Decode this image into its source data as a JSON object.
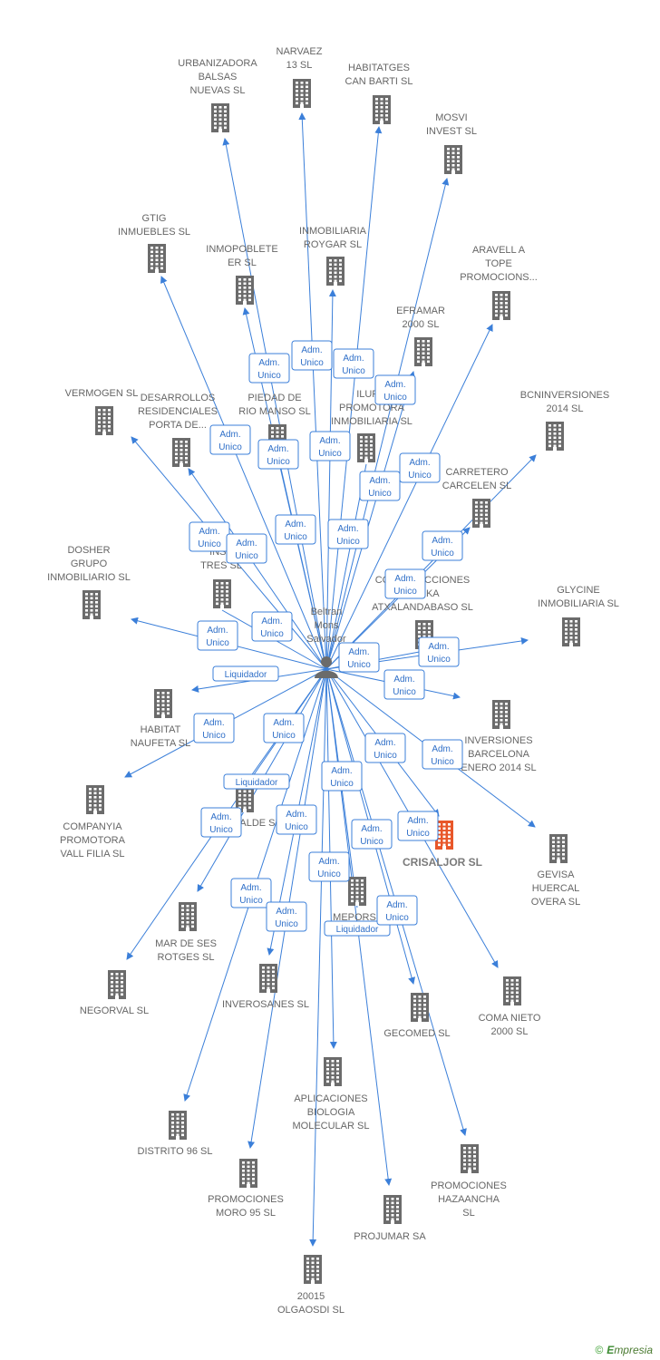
{
  "center": {
    "label_lines": [
      "Beltran",
      "Mons",
      "Salvador"
    ]
  },
  "companies": [
    {
      "id": "narvaez",
      "lines": [
        "NARVAEZ",
        "13 SL"
      ],
      "highlight": false
    },
    {
      "id": "urbanizadora",
      "lines": [
        "URBANIZADORA",
        "BALSAS",
        "NUEVAS SL"
      ],
      "highlight": false
    },
    {
      "id": "habitatges",
      "lines": [
        "HABITATGES",
        "CAN BARTI SL"
      ],
      "highlight": false
    },
    {
      "id": "mosvi",
      "lines": [
        "MOSVI",
        "INVEST SL"
      ],
      "highlight": false
    },
    {
      "id": "gtig",
      "lines": [
        "GTIG",
        "INMUEBLES SL"
      ],
      "highlight": false
    },
    {
      "id": "inmobiliaria-roygar",
      "lines": [
        "INMOBILIARIA",
        "ROYGAR SL"
      ],
      "highlight": false
    },
    {
      "id": "inmopoblete",
      "lines": [
        "INMOPOBLETE",
        "ER SL"
      ],
      "highlight": false
    },
    {
      "id": "aravell",
      "lines": [
        "ARAVELL A",
        "TOPE",
        "PROMOCIONS..."
      ],
      "highlight": false
    },
    {
      "id": "eframar",
      "lines": [
        "EFRAMAR",
        "2000 SL"
      ],
      "highlight": false
    },
    {
      "id": "vermogen",
      "lines": [
        "VERMOGEN SL"
      ],
      "highlight": false
    },
    {
      "id": "desarrollos",
      "lines": [
        "DESARROLLOS",
        "RESIDENCIALES",
        "PORTA DE..."
      ],
      "highlight": false
    },
    {
      "id": "piedad",
      "lines": [
        "PIEDAD DE",
        "RIO MANSO SL"
      ],
      "highlight": false
    },
    {
      "id": "iluro",
      "lines": [
        "ILURO",
        "PROMOTORA",
        "INMOBILIARIA SL"
      ],
      "highlight": false
    },
    {
      "id": "bcninversiones",
      "lines": [
        "BCNINVERSIONES",
        "2014 SL"
      ],
      "highlight": false
    },
    {
      "id": "carretero",
      "lines": [
        "CARRETERO",
        "CARCELEN SL"
      ],
      "highlight": false
    },
    {
      "id": "dosher",
      "lines": [
        "DOSHER",
        "GRUPO",
        "INMOBILIARIO SL"
      ],
      "highlight": false
    },
    {
      "id": "insa",
      "lines": [
        "INSA",
        "TRES SL"
      ],
      "highlight": false
    },
    {
      "id": "construcciones",
      "lines": [
        "CONSTRUCCIONES",
        "AREKA",
        "ATXALANDABASO SL"
      ],
      "highlight": false
    },
    {
      "id": "glycine",
      "lines": [
        "GLYCINE",
        "INMOBILIARIA SL"
      ],
      "highlight": false
    },
    {
      "id": "habitat",
      "lines": [
        "HABITAT",
        "NAUFETA SL"
      ],
      "highlight": false
    },
    {
      "id": "inversiones-barcelona",
      "lines": [
        "INVERSIONES",
        "BARCELONA",
        "ENERO 2014 SL"
      ],
      "highlight": false
    },
    {
      "id": "companyia",
      "lines": [
        "COMPANYIA",
        "PROMOTORA",
        "VALL FILIA SL"
      ],
      "highlight": false
    },
    {
      "id": "alde",
      "lines": [
        "ALDE SL"
      ],
      "highlight": false
    },
    {
      "id": "crisaljor",
      "lines": [
        "CRISALJOR SL"
      ],
      "highlight": true
    },
    {
      "id": "gevisa",
      "lines": [
        "GEVISA",
        "HUERCAL",
        "OVERA SL"
      ],
      "highlight": false
    },
    {
      "id": "mar-de-ses",
      "lines": [
        "MAR DE SES",
        "ROTGES SL"
      ],
      "highlight": false
    },
    {
      "id": "mepors",
      "lines": [
        "MEPORS"
      ],
      "highlight": false
    },
    {
      "id": "negorval",
      "lines": [
        "NEGORVAL SL"
      ],
      "highlight": false
    },
    {
      "id": "inverosanes",
      "lines": [
        "INVEROSANES SL"
      ],
      "highlight": false
    },
    {
      "id": "gecomed",
      "lines": [
        "GECOMED SL"
      ],
      "highlight": false
    },
    {
      "id": "coma-nieto",
      "lines": [
        "COMA NIETO",
        "2000 SL"
      ],
      "highlight": false
    },
    {
      "id": "aplicaciones",
      "lines": [
        "APLICACIONES",
        "BIOLOGIA",
        "MOLECULAR SL"
      ],
      "highlight": false
    },
    {
      "id": "distrito",
      "lines": [
        "DISTRITO 96 SL"
      ],
      "highlight": false
    },
    {
      "id": "promociones-moro",
      "lines": [
        "PROMOCIONES",
        "MORO 95 SL"
      ],
      "highlight": false
    },
    {
      "id": "promociones-hazaancha",
      "lines": [
        "PROMOCIONES",
        "HAZAANCHA",
        "SL"
      ],
      "highlight": false
    },
    {
      "id": "projumar",
      "lines": [
        "PROJUMAR SA"
      ],
      "highlight": false
    },
    {
      "id": "olgaosdi",
      "lines": [
        "20015",
        "OLGAOSDI SL"
      ],
      "highlight": false
    }
  ],
  "roles": [
    {
      "id": "r1",
      "lines": [
        "Adm.",
        "Unico"
      ]
    },
    {
      "id": "r2",
      "lines": [
        "Adm.",
        "Unico"
      ]
    },
    {
      "id": "r3",
      "lines": [
        "Adm.",
        "Unico"
      ]
    },
    {
      "id": "r4",
      "lines": [
        "Adm.",
        "Unico"
      ]
    },
    {
      "id": "r5",
      "lines": [
        "Adm.",
        "Unico"
      ]
    },
    {
      "id": "r6",
      "lines": [
        "Adm.",
        "Unico"
      ]
    },
    {
      "id": "r7",
      "lines": [
        "Adm.",
        "Unico"
      ]
    },
    {
      "id": "r8",
      "lines": [
        "Adm.",
        "Unico"
      ]
    },
    {
      "id": "r9",
      "lines": [
        "Adm.",
        "Unico"
      ]
    },
    {
      "id": "r10",
      "lines": [
        "Adm.",
        "Unico"
      ]
    },
    {
      "id": "r11",
      "lines": [
        "Adm.",
        "Unico"
      ]
    },
    {
      "id": "r12",
      "lines": [
        "Adm.",
        "Unico"
      ]
    },
    {
      "id": "r13",
      "lines": [
        "Adm.",
        "Unico"
      ]
    },
    {
      "id": "r14",
      "lines": [
        "Adm.",
        "Unico"
      ]
    },
    {
      "id": "r15",
      "lines": [
        "Adm.",
        "Unico"
      ]
    },
    {
      "id": "r16",
      "lines": [
        "Adm.",
        "Unico"
      ]
    },
    {
      "id": "r17",
      "lines": [
        "Adm.",
        "Unico"
      ]
    },
    {
      "id": "r18",
      "lines": [
        "Adm.",
        "Unico"
      ]
    },
    {
      "id": "r19",
      "lines": [
        "Adm.",
        "Unico"
      ]
    },
    {
      "id": "r20",
      "lines": [
        "Liquidador"
      ]
    },
    {
      "id": "r21",
      "lines": [
        "Adm.",
        "Unico"
      ]
    },
    {
      "id": "r22",
      "lines": [
        "Adm.",
        "Unico"
      ]
    },
    {
      "id": "r23",
      "lines": [
        "Adm.",
        "Unico"
      ]
    },
    {
      "id": "r24",
      "lines": [
        "Adm.",
        "Unico"
      ]
    },
    {
      "id": "r25",
      "lines": [
        "Adm.",
        "Unico"
      ]
    },
    {
      "id": "r26",
      "lines": [
        "Liquidador"
      ]
    },
    {
      "id": "r27",
      "lines": [
        "Adm.",
        "Unico"
      ]
    },
    {
      "id": "r28",
      "lines": [
        "Adm.",
        "Unico"
      ]
    },
    {
      "id": "r29",
      "lines": [
        "Adm.",
        "Unico"
      ]
    },
    {
      "id": "r30",
      "lines": [
        "Adm.",
        "Unico"
      ]
    },
    {
      "id": "r31",
      "lines": [
        "Adm.",
        "Unico"
      ]
    },
    {
      "id": "r32",
      "lines": [
        "Adm.",
        "Unico"
      ]
    },
    {
      "id": "r33",
      "lines": [
        "Adm.",
        "Unico"
      ]
    },
    {
      "id": "r34",
      "lines": [
        "Adm.",
        "Unico"
      ]
    },
    {
      "id": "r35",
      "lines": [
        "Liquidador"
      ]
    },
    {
      "id": "r36",
      "lines": [
        "Adm.",
        "Unico"
      ]
    }
  ],
  "colors": {
    "edge": "#3b7fd9",
    "building": "#6b6b6b",
    "highlight": "#e8572a",
    "role_border": "#3b7fd9"
  },
  "footer": {
    "copyright": "©",
    "brand_first": "E",
    "brand_rest": "mpresia"
  }
}
